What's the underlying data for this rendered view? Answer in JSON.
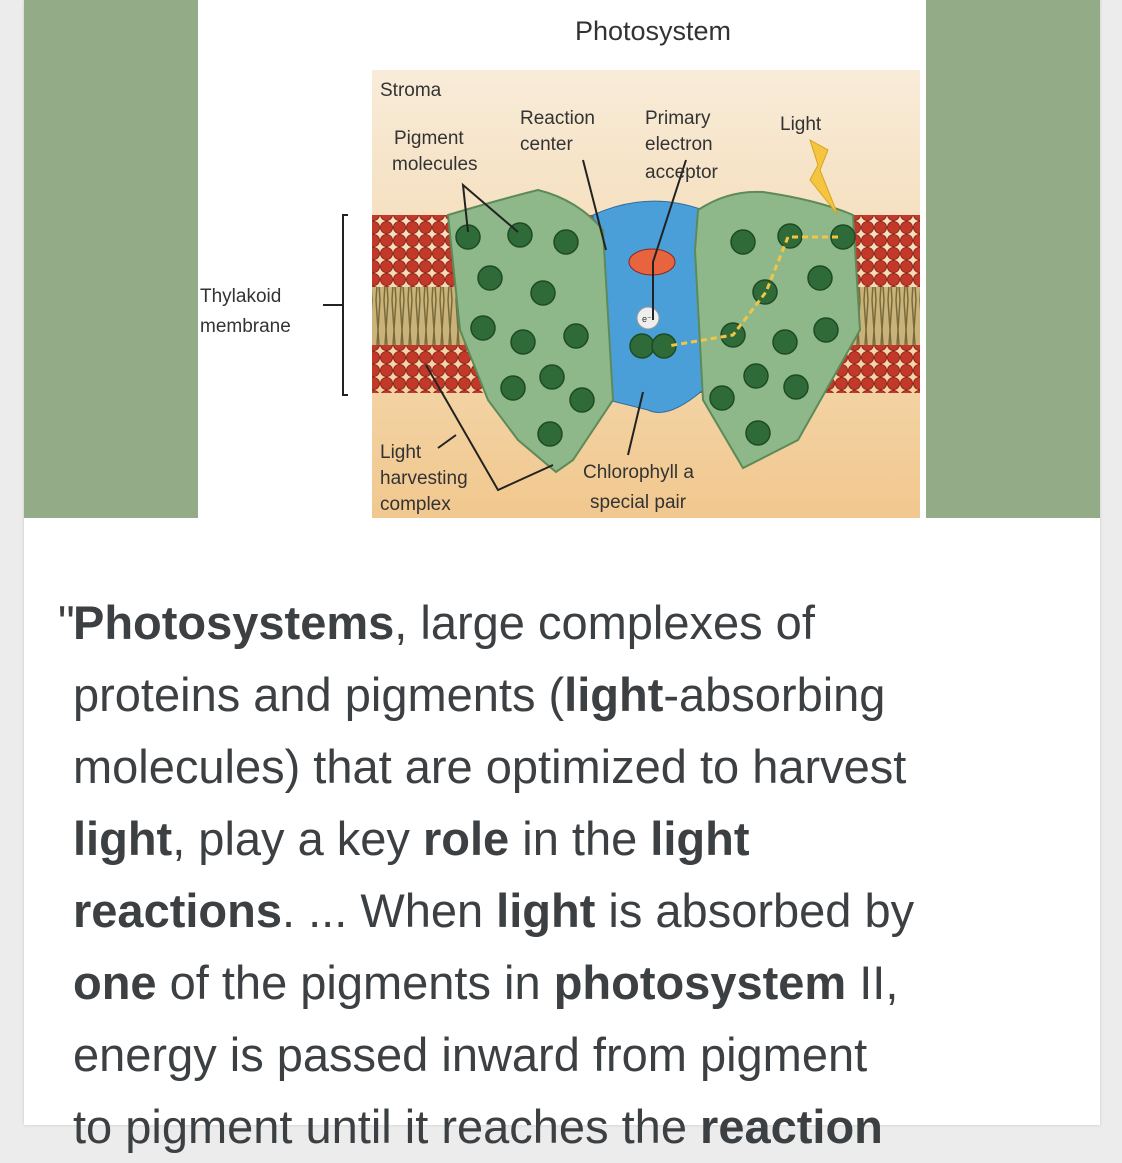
{
  "diagram": {
    "title": "Photosystem",
    "labels": {
      "stroma": "Stroma",
      "pigment_1": "Pigment",
      "pigment_2": "molecules",
      "reaction_1": "Reaction",
      "reaction_2": "center",
      "primary_1": "Primary",
      "primary_2": "electron",
      "primary_3": "acceptor",
      "light": "Light",
      "thylakoid_1": "Thylakoid",
      "thylakoid_2": "membrane",
      "lhc_1": "Light",
      "lhc_2": "harvesting",
      "lhc_3": "complex",
      "chl_1": "Chlorophyll a",
      "chl_2": "special pair",
      "electron": "e⁻"
    },
    "colors": {
      "side_panel": "#93ab87",
      "protein": "#8fb88a",
      "pigment": "#2f6b38",
      "channel": "#4a9fd8",
      "lipid_head": "#c0392b"
    }
  },
  "snippet": {
    "open_quote": "\"",
    "l1": [
      "Photosystems",
      ", large complexes of"
    ],
    "l2": [
      "proteins and pigments (",
      "light",
      "-absorbing"
    ],
    "l3": [
      "molecules) that are optimized to harvest"
    ],
    "l4": [
      "light",
      ", play a key ",
      "role",
      " in the ",
      "light"
    ],
    "l5": [
      "reactions",
      ". ... When ",
      "light",
      " is absorbed by"
    ],
    "l6": [
      "one",
      " of the pigments in ",
      "photosystem",
      " II,"
    ],
    "l7": [
      "energy is passed inward from pigment"
    ],
    "l8": [
      "to pigment until it reaches the ",
      "reaction"
    ]
  }
}
